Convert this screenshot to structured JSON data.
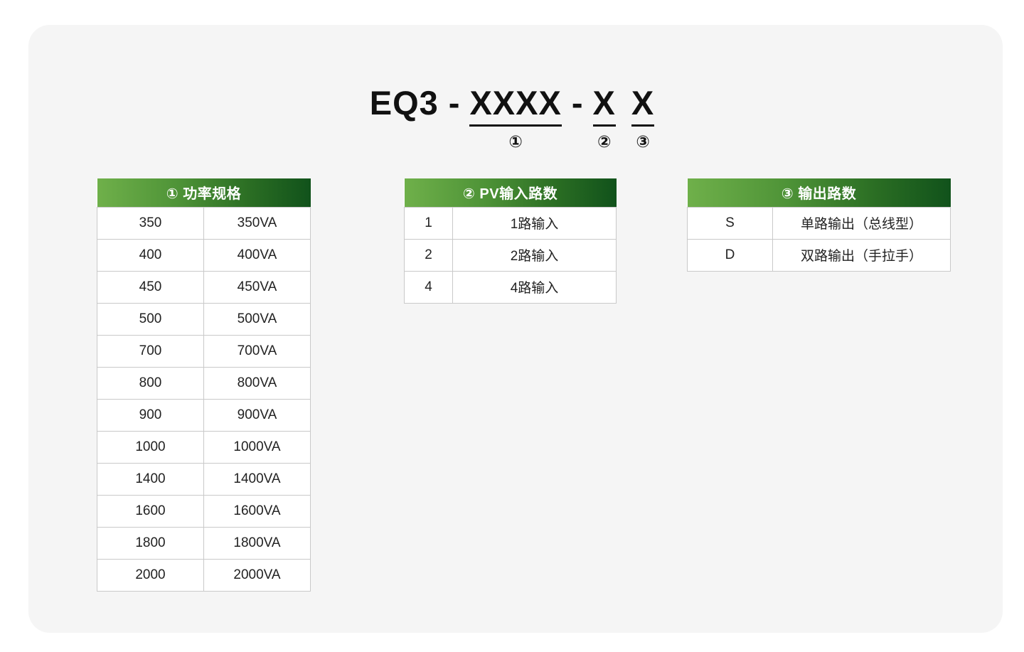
{
  "model_code": {
    "prefix": "EQ3",
    "dash1": "-",
    "segment1": "XXXX",
    "marker1": "①",
    "dash2": "-",
    "segment2": "X",
    "marker2": "②",
    "segment3": "X",
    "marker3": "③"
  },
  "colors": {
    "header_gradient_start": "#6fb04a",
    "header_gradient_end": "#11521b",
    "card_background": "#f5f5f5",
    "page_background": "#ffffff",
    "cell_border": "#c9c9c9",
    "text": "#222222"
  },
  "tables": [
    {
      "id": "power",
      "header": "① 功率规格",
      "rows": [
        [
          "350",
          "350VA"
        ],
        [
          "400",
          "400VA"
        ],
        [
          "450",
          "450VA"
        ],
        [
          "500",
          "500VA"
        ],
        [
          "700",
          "700VA"
        ],
        [
          "800",
          "800VA"
        ],
        [
          "900",
          "900VA"
        ],
        [
          "1000",
          "1000VA"
        ],
        [
          "1400",
          "1400VA"
        ],
        [
          "1600",
          "1600VA"
        ],
        [
          "1800",
          "1800VA"
        ],
        [
          "2000",
          "2000VA"
        ]
      ]
    },
    {
      "id": "pv",
      "header": "② PV输入路数",
      "rows": [
        [
          "1",
          "1路输入"
        ],
        [
          "2",
          "2路输入"
        ],
        [
          "4",
          "4路输入"
        ]
      ]
    },
    {
      "id": "output",
      "header": "③ 输出路数",
      "rows": [
        [
          "S",
          "单路输出（总线型）"
        ],
        [
          "D",
          "双路输出（手拉手）"
        ]
      ]
    }
  ]
}
